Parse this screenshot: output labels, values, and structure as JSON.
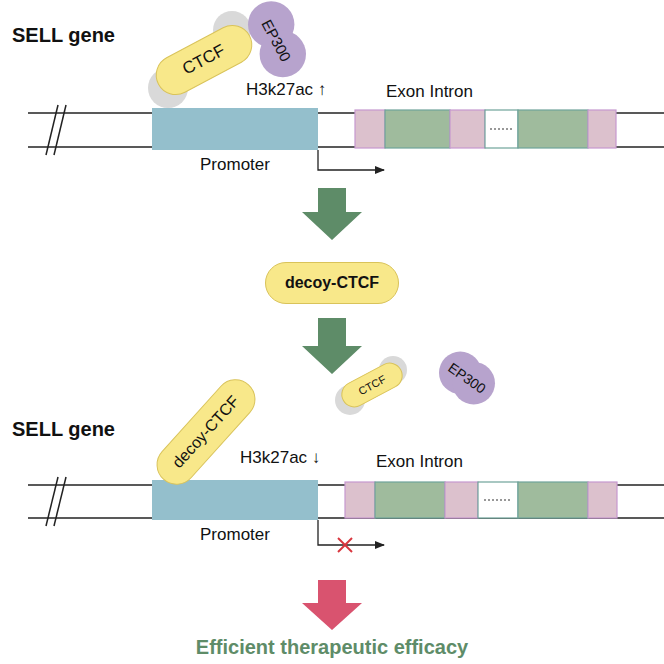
{
  "diagram": {
    "nodes": [
      {
        "text": [
          "CTCF"
        ]
      },
      {
        "text": [
          "EP300"
        ]
      },
      {
        "text": [
          "Promoter"
        ]
      },
      {
        "text": [
          "decoy-CTCF"
        ]
      },
      {
        "text": [
          "decoy-CTCF"
        ]
      },
      {
        "text": [
          "CTCF"
        ]
      },
      {
        "text": [
          "EP300"
        ]
      },
      {
        "text": [
          "Promoter"
        ]
      }
    ],
    "labels": [
      "SELL gene",
      "H3k27ac ↑",
      "Exon Intron",
      "SELL gene",
      "H3k27ac ↓",
      "Exon Intron",
      "Efficient therapeutic efficacy"
    ]
  }
}
